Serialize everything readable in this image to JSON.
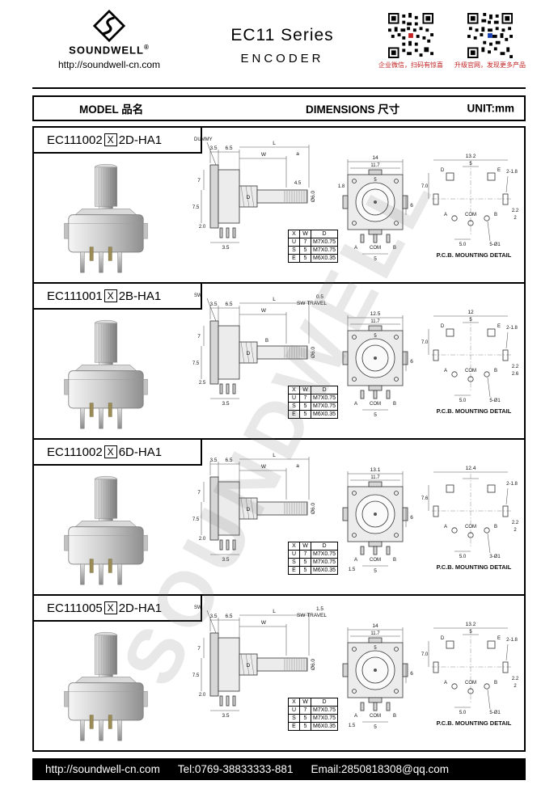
{
  "header": {
    "logo_text": "SOUNDWELL",
    "registered_mark": "®",
    "logo_url": "http://soundwell-cn.com",
    "title": "EC11 Series",
    "subtitle": "ENCODER",
    "qr_left_caption": "企业微信，扫码有惊喜",
    "qr_right_caption": "升级官网，发现更多产品"
  },
  "table_header": {
    "model": "MODEL 品名",
    "dimensions": "DIMENSIONS 尺寸",
    "unit": "UNIT:mm"
  },
  "watermark": "SOUNDWELL",
  "pcb_caption": "P.C.B. MOUNTING DETAIL",
  "spec_table": {
    "header": [
      "X",
      "W",
      "D"
    ],
    "rows": [
      [
        "U",
        "7",
        "M7X0.75"
      ],
      [
        "S",
        "5",
        "M7X0.75"
      ],
      [
        "E",
        "5",
        "M6X0.35"
      ]
    ]
  },
  "colors": {
    "footer_bg": "#000000",
    "qr_caption": "#c22222"
  },
  "rows": [
    {
      "model": {
        "prefix": "EC111002",
        "x": "X",
        "suffix": "2D-HA1"
      },
      "side": {
        "callout": "DUMMY",
        "t1": "3.5",
        "t2": "6.5",
        "w": "W",
        "l": "L",
        "a": "a",
        "travel1": "",
        "travel2": "",
        "h1": "7",
        "d": "D",
        "b": "",
        "h2": "7.5",
        "b1": "2.0",
        "b2": "3.5",
        "shaft": "Ø6.0",
        "s45": "4.5"
      },
      "front": {
        "w1": "14",
        "w2": "11.7",
        "tin": "5",
        "right": "6",
        "left": "1.8",
        "a": "A",
        "com": "COM",
        "b": "B",
        "bottom": "5",
        "extra": ""
      },
      "pcb": {
        "w1": "13.2",
        "w2": "5",
        "left": "7.0",
        "right": "2-1.8",
        "d": "D",
        "e": "E",
        "a": "A",
        "com": "COM",
        "b": "B",
        "bottom": "5.0",
        "holes": "5-Ø1",
        "rv1": "2.2",
        "rv2": "2"
      }
    },
    {
      "model": {
        "prefix": "EC111001",
        "x": "X",
        "suffix": "2B-HA1"
      },
      "side": {
        "callout": "SW",
        "t1": "3.5",
        "t2": "6.5",
        "w": "W",
        "l": "L",
        "a": "",
        "travel1": "0.5",
        "travel2": "SW TRAVEL",
        "h1": "7",
        "d": "D",
        "b": "B",
        "h2": "7.5",
        "b1": "2.5",
        "b2": "3.5",
        "shaft": "Ø6.0",
        "s45": ""
      },
      "front": {
        "w1": "12.5",
        "w2": "11.7",
        "tin": "5",
        "right": "6",
        "left": "",
        "a": "A",
        "com": "COM",
        "b": "B",
        "bottom": "5",
        "extra": ""
      },
      "pcb": {
        "w1": "12",
        "w2": "5",
        "left": "7.0",
        "right": "2-1.8",
        "d": "D",
        "e": "E",
        "a": "A",
        "com": "COM",
        "b": "B",
        "bottom": "5.0",
        "holes": "5-Ø1",
        "rv1": "2.2",
        "rv2": "2.6"
      }
    },
    {
      "model": {
        "prefix": "EC111002",
        "x": "X",
        "suffix": "6D-HA1"
      },
      "side": {
        "callout": "",
        "t1": "3.5",
        "t2": "6.5",
        "w": "W",
        "l": "L",
        "a": "a",
        "travel1": "",
        "travel2": "",
        "h1": "7",
        "d": "D",
        "b": "",
        "h2": "7.5",
        "b1": "2.0",
        "b2": "3.5",
        "shaft": "Ø6.0",
        "s45": ""
      },
      "front": {
        "w1": "13.1",
        "w2": "11.7",
        "tin": "",
        "right": "6",
        "left": "",
        "a": "A",
        "com": "COM",
        "b": "B",
        "bottom": "5",
        "extra": "1.5"
      },
      "pcb": {
        "w1": "12.4",
        "w2": "",
        "left": "7.6",
        "right": "2-1.8",
        "d": "",
        "e": "",
        "a": "A",
        "com": "COM",
        "b": "B",
        "bottom": "5.0",
        "holes": "3-Ø1",
        "rv1": "2.2",
        "rv2": "2"
      }
    },
    {
      "model": {
        "prefix": "EC111005",
        "x": "X",
        "suffix": "2D-HA1"
      },
      "side": {
        "callout": "SW",
        "t1": "3.5",
        "t2": "6.5",
        "w": "W",
        "l": "L",
        "a": "",
        "travel1": "1.5",
        "travel2": "SW TRAVEL",
        "h1": "7",
        "d": "D",
        "b": "",
        "h2": "7.5",
        "b1": "2.0",
        "b2": "3.5",
        "shaft": "Ø6.0",
        "s45": ""
      },
      "front": {
        "w1": "14",
        "w2": "11.7",
        "tin": "5",
        "right": "6",
        "left": "",
        "a": "A",
        "com": "COM",
        "b": "B",
        "bottom": "5",
        "extra": "1.5"
      },
      "pcb": {
        "w1": "13.2",
        "w2": "5",
        "left": "7.0",
        "right": "2-1.8",
        "d": "D",
        "e": "E",
        "a": "A",
        "com": "COM",
        "b": "B",
        "bottom": "5.0",
        "holes": "5-Ø1",
        "rv1": "2.2",
        "rv2": "2"
      }
    }
  ],
  "footer": {
    "website": "http://soundwell-cn.com",
    "tel": "Tel:0769-38833333-881",
    "email": "Email:2850818308@qq.com"
  }
}
